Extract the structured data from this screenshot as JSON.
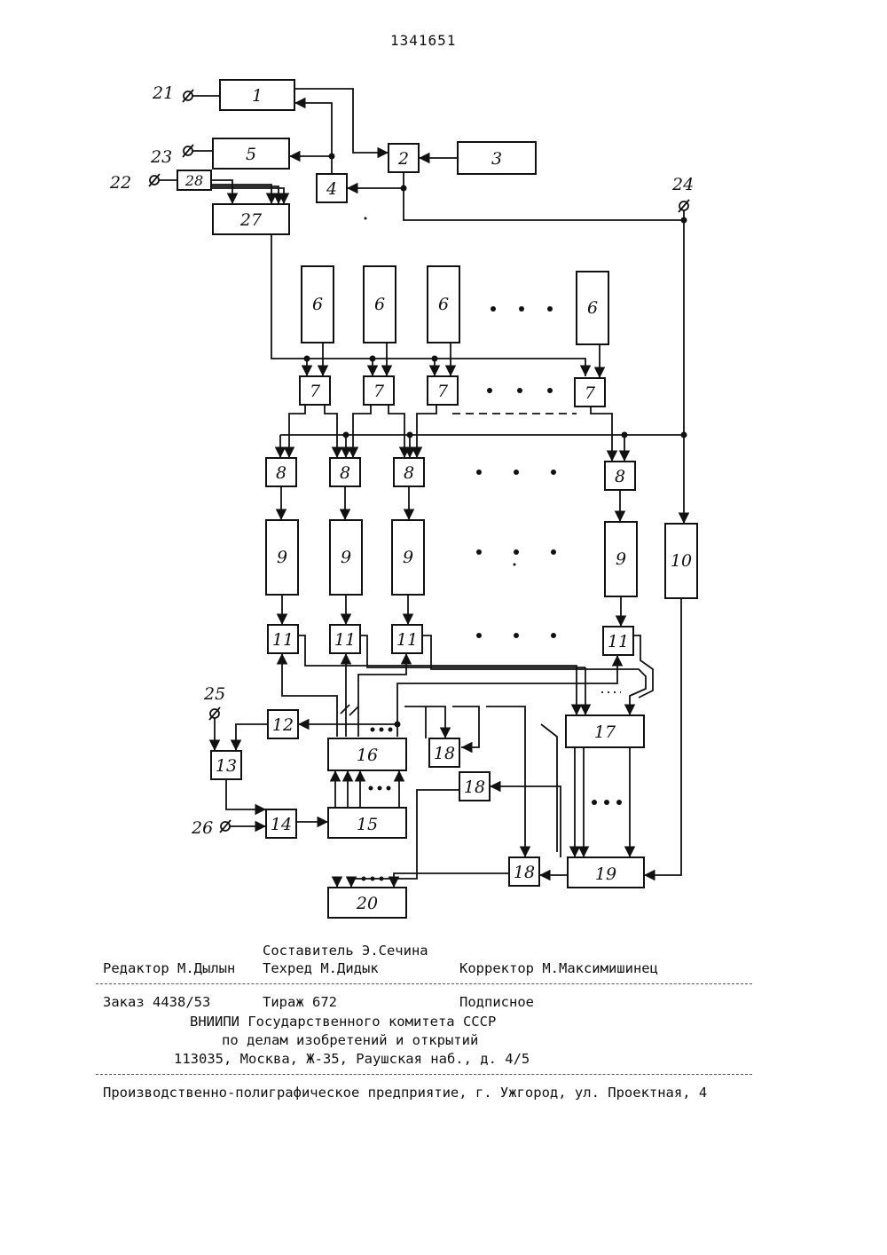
{
  "header": {
    "patent_number": "1341651"
  },
  "diagram": {
    "blocks": {
      "b1": "1",
      "b2": "2",
      "b3": "3",
      "b4": "4",
      "b5": "5",
      "b6": "6",
      "b7": "7",
      "b8": "8",
      "b9": "9",
      "b10": "10",
      "b11": "11",
      "b12": "12",
      "b13": "13",
      "b14": "14",
      "b15": "15",
      "b16": "16",
      "b17": "17",
      "b18": "18",
      "b19": "19",
      "b20": "20",
      "b27": "27",
      "b28": "28"
    },
    "terminals": {
      "t21": "21",
      "t22": "22",
      "t23": "23",
      "t24": "24",
      "t25": "25",
      "t26": "26"
    }
  },
  "imprint": {
    "compiler": "Составитель Э.Сечина",
    "editor": "Редактор М.Дылын",
    "techred": "Техред М.Дидык",
    "corrector": "Корректор М.Максимишинец",
    "order": "Заказ 4438/53",
    "circulation": "Тираж 672",
    "subscription": "Подписное",
    "org_line1": "ВНИИПИ Государственного комитета СССР",
    "org_line2": "по делам изобретений и открытий",
    "address": "113035, Москва, Ж-35, Раушская наб., д. 4/5",
    "printer": "Производственно-полиграфическое предприятие, г. Ужгород, ул. Проектная, 4"
  }
}
